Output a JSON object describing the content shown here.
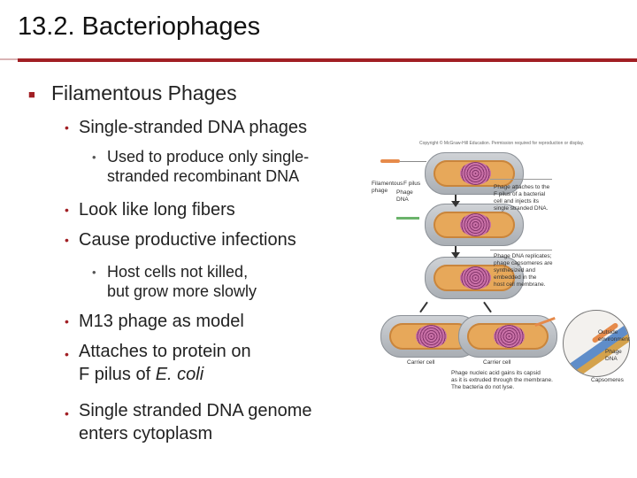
{
  "slide": {
    "title": "13.2. Bacteriophages"
  },
  "bullets": {
    "b1": "Filamentous Phages",
    "b2": "Single-stranded DNA phages",
    "b3a": "Used to produce only single-",
    "b3b": "stranded recombinant DNA",
    "b4": "Look like long fibers",
    "b5": "Cause productive infections",
    "b6a": "Host cells not killed,",
    "b6b": "but grow more slowly",
    "b7": "M13 phage as model",
    "b8a": "Attaches to protein on",
    "b8b_pre": "F pilus of ",
    "b8b_it": "E. coli",
    "b9a": "Single stranded DNA genome",
    "b9b": "enters cytoplasm"
  },
  "figure": {
    "copyright": "Copyright © McGraw-Hill Education. Permission required for reproduction or display.",
    "label_filamentous": "Filamentous\nphage",
    "label_fpilus": "F pilus",
    "label_phage_dna": "Phage\nDNA",
    "caption_1": "Phage attaches to the\nF pilus of a bacterial\ncell and injects its\nsingle stranded DNA.",
    "caption_2": "Phage DNA replicates;\nphage capsomeres are\nsynthesized and\nembedded in the\nhost cell membrane.",
    "label_carrier1": "Carrier cell",
    "label_carrier2": "Carrier cell",
    "caption_3": "Phage nucleic acid gains its capsid\nas it is extruded through the membrane.\nThe bacteria do not lyse.",
    "label_outside": "Outside\nenvironment",
    "label_zoom_dna": "Phage\nDNA",
    "label_capsomeres": "Capsomeres"
  }
}
